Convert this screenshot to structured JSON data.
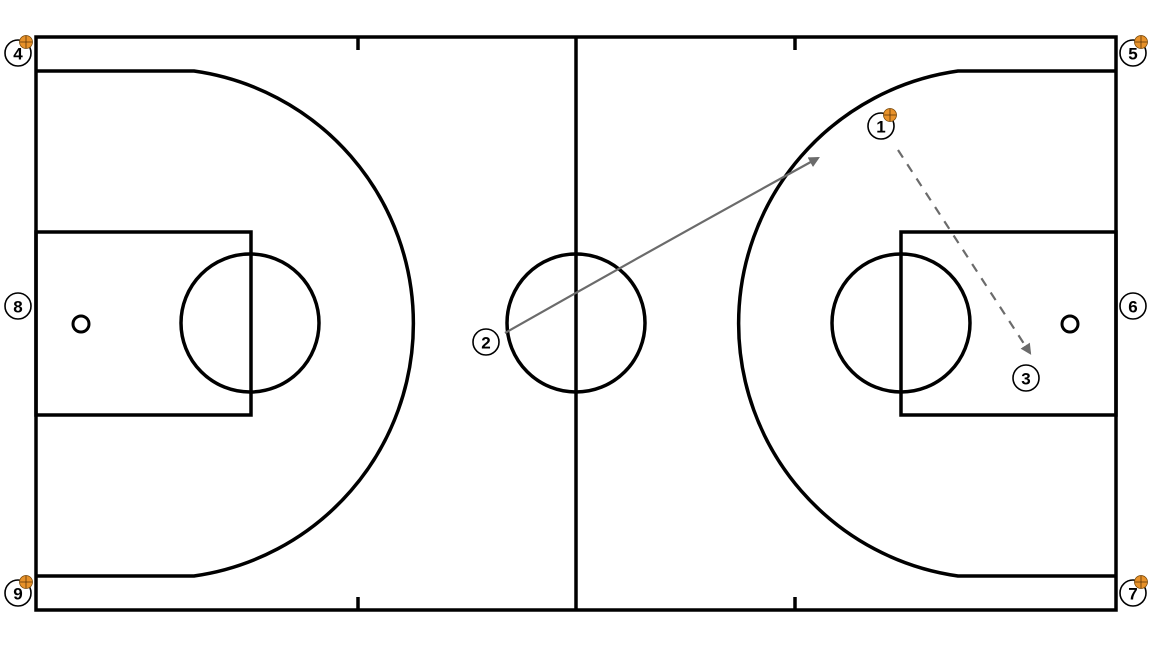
{
  "colors": {
    "court_lines": "#000000",
    "background": "#ffffff",
    "arrow": "#6b6b6b",
    "ball": "#e8922a"
  },
  "players": [
    {
      "id": "1",
      "label": "1",
      "has_ball": true
    },
    {
      "id": "2",
      "label": "2",
      "has_ball": false
    },
    {
      "id": "3",
      "label": "3",
      "has_ball": false
    },
    {
      "id": "4",
      "label": "4",
      "has_ball": true
    },
    {
      "id": "5",
      "label": "5",
      "has_ball": true
    },
    {
      "id": "6",
      "label": "6",
      "has_ball": false
    },
    {
      "id": "7",
      "label": "7",
      "has_ball": true
    },
    {
      "id": "8",
      "label": "8",
      "has_ball": false
    },
    {
      "id": "9",
      "label": "9",
      "has_ball": true
    }
  ],
  "movements": [
    {
      "from": "2",
      "to": "1",
      "style": "solid",
      "type": "cut"
    },
    {
      "from": "1",
      "to": "3",
      "style": "dashed",
      "type": "pass"
    }
  ]
}
